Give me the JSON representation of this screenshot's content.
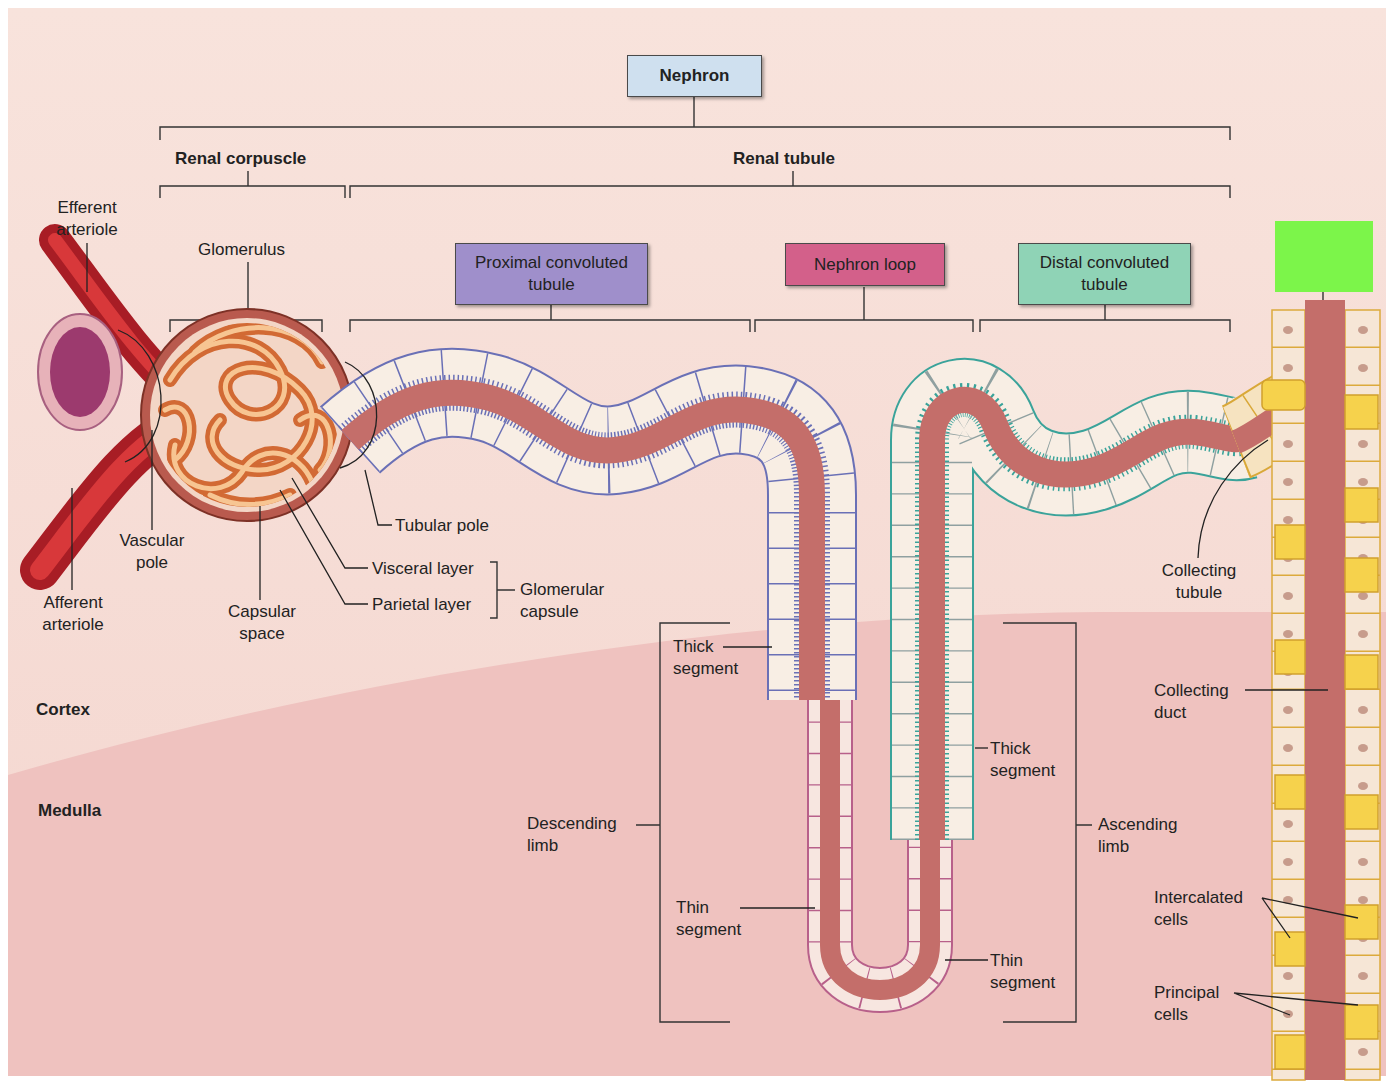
{
  "diagram": {
    "nodes": [
      {
        "text": [
          "Nephron"
        ]
      },
      {
        "text": [
          "Proximal convoluted tubule"
        ]
      },
      {
        "text": [
          "Nephron loop"
        ]
      },
      {
        "text": [
          "Distal convoluted tubule"
        ]
      }
    ],
    "labels": [
      "Renal corpuscle",
      "Renal tubule",
      "Efferent arteriole",
      "Glomerulus",
      "Vascular pole",
      "Afferent arteriole",
      "Capsular space",
      "Tubular pole",
      "Visceral layer",
      "Parietal layer",
      "Glomerular capsule",
      "Thick segment",
      "Thin segment",
      "Descending limb",
      "Thick segment",
      "Ascending limb",
      "Thin segment",
      "Collecting tubule",
      "Collecting duct",
      "Intercalated cells",
      "Principal cells",
      "Cortex",
      "Medulla"
    ]
  }
}
